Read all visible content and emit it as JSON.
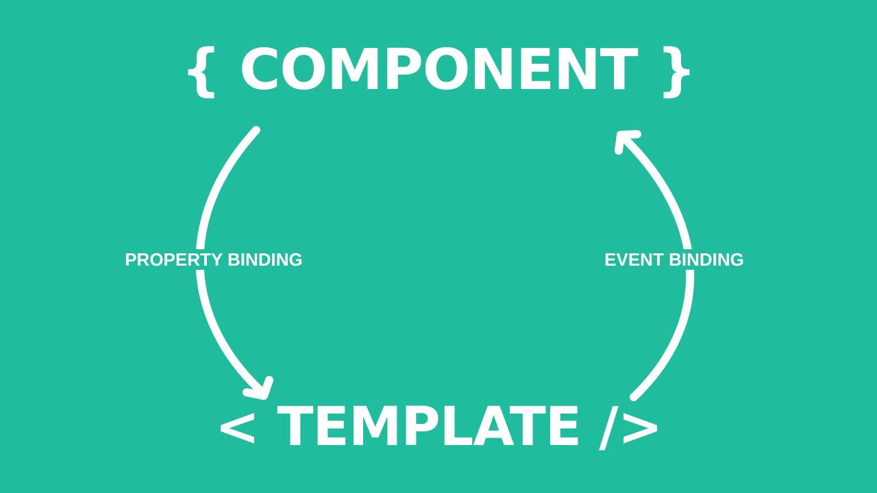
{
  "diagram": {
    "background_color": "#1fbd9d",
    "foreground_color": "#ffffff",
    "top_node": {
      "label": "{ COMPONENT }"
    },
    "bottom_node": {
      "label": "< TEMPLATE />"
    },
    "edges": [
      {
        "label": "PROPERTY BINDING",
        "from": "top_node",
        "to": "bottom_node"
      },
      {
        "label": "EVENT BINDING",
        "from": "bottom_node",
        "to": "top_node"
      }
    ]
  }
}
